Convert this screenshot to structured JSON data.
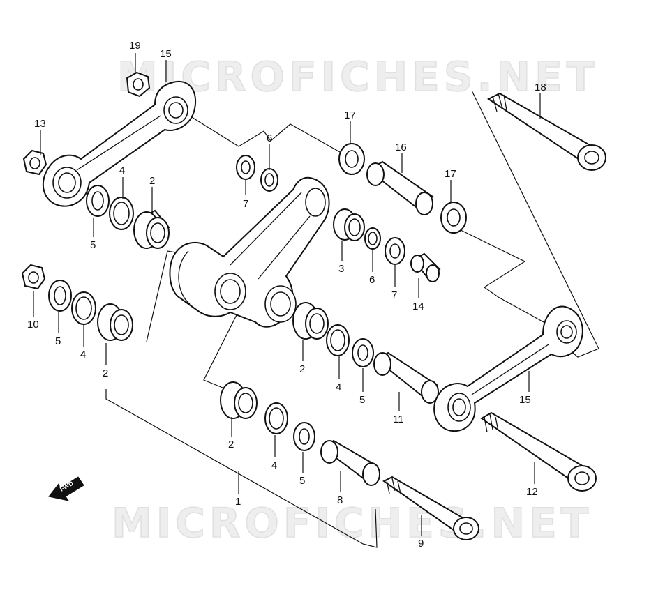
{
  "watermark": {
    "top": "MICROFICHES.NET",
    "bottom": "MICROFICHES.NET"
  },
  "direction_arrow": {
    "label": "FWD"
  },
  "callouts": {
    "p1": "1",
    "p2a": "2",
    "p2b": "2",
    "p2c": "2",
    "p2d": "2",
    "p3": "3",
    "p4a": "4",
    "p4b": "4",
    "p4c": "4",
    "p4d": "4",
    "p5a": "5",
    "p5b": "5",
    "p5c": "5",
    "p5d": "5",
    "p6a": "6",
    "p6b": "6",
    "p7a": "7",
    "p7b": "7",
    "p8": "8",
    "p9": "9",
    "p10": "10",
    "p11": "11",
    "p12": "12",
    "p13": "13",
    "p14": "14",
    "p15a": "15",
    "p15b": "15",
    "p16": "16",
    "p17a": "17",
    "p17b": "17",
    "p18": "18",
    "p19": "19"
  }
}
